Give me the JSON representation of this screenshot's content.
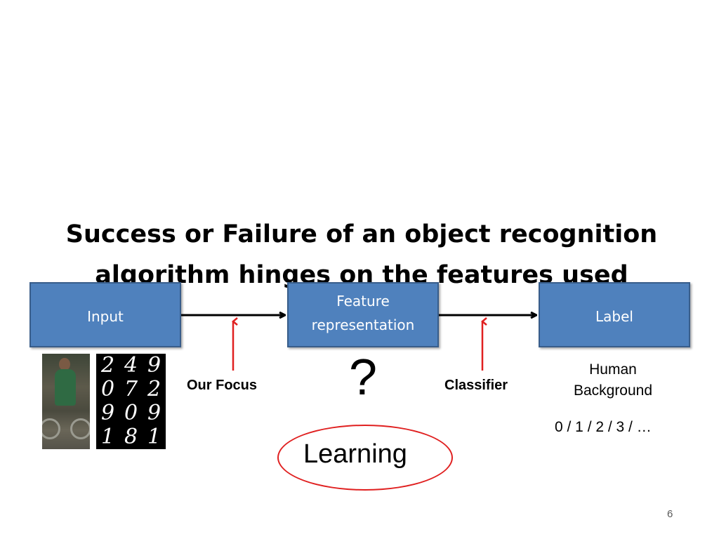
{
  "title": "Success or Failure of an object recognition algorithm hinges on the features used",
  "boxes": {
    "input": "Input",
    "feature": "Feature representation",
    "label": "Label"
  },
  "annotations": {
    "our_focus": "Our Focus",
    "classifier": "Classifier",
    "question_mark": "?",
    "human_background": "Human Background",
    "digit_labels": "0 / 1 / 2 / 3 / …",
    "learning": "Learning"
  },
  "digits": [
    "2",
    "4",
    "9",
    "0",
    "7",
    "2",
    "9",
    "0",
    "9",
    "1",
    "8",
    "1"
  ],
  "page_number": "6",
  "colors": {
    "box_fill": "#4f81bd",
    "box_border": "#385d8a",
    "pointer_red": "#e02020"
  }
}
